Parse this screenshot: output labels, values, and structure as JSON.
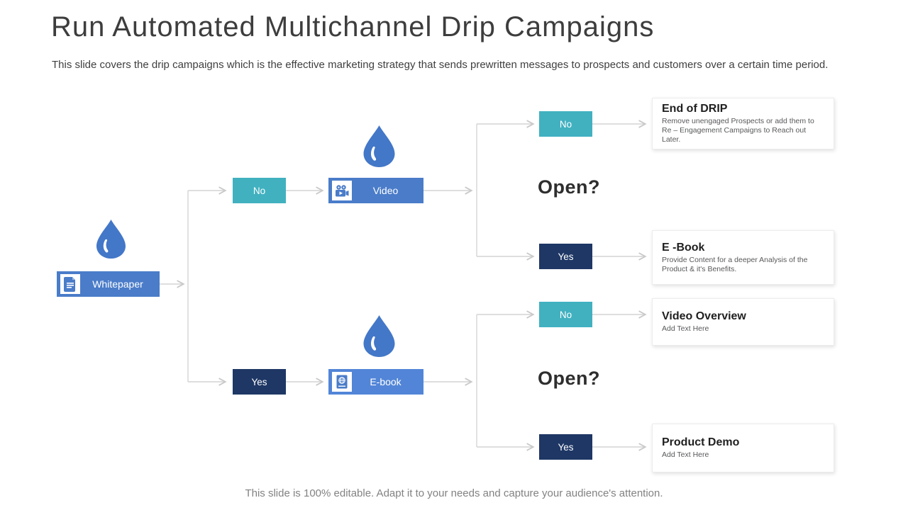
{
  "slide": {
    "title": "Run Automated Multichannel Drip Campaigns",
    "subtitle": "This slide covers the drip campaigns which is the effective marketing strategy that sends prewritten messages to prospects and customers over a certain time period.",
    "footer": "This slide is 100% editable. Adapt it to your needs and capture your audience's attention."
  },
  "colors": {
    "node_blue": "#4a7cc9",
    "node_blue_light": "#5285d7",
    "teal": "#41b1c0",
    "navy": "#1e3765",
    "connector_gray": "#d4d4d4",
    "drop_blue": "#4377c8"
  },
  "flowchart": {
    "root_label": "Whitepaper",
    "branches": [
      {
        "decision": "No",
        "channel": "Video",
        "question": "Open?",
        "outcomes": [
          {
            "decision": "No",
            "title": "End of DRIP",
            "desc": "Remove unengaged Prospects or add them to Re – Engagement Campaigns to Reach out Later."
          },
          {
            "decision": "Yes",
            "title": "E -Book",
            "desc": "Provide Content for a deeper Analysis of the Product & it's Benefits."
          }
        ]
      },
      {
        "decision": "Yes",
        "channel": "E-book",
        "question": "Open?",
        "outcomes": [
          {
            "decision": "No",
            "title": "Video Overview",
            "desc": "Add Text Here"
          },
          {
            "decision": "Yes",
            "title": "Product Demo",
            "desc": "Add Text Here"
          }
        ]
      }
    ]
  }
}
